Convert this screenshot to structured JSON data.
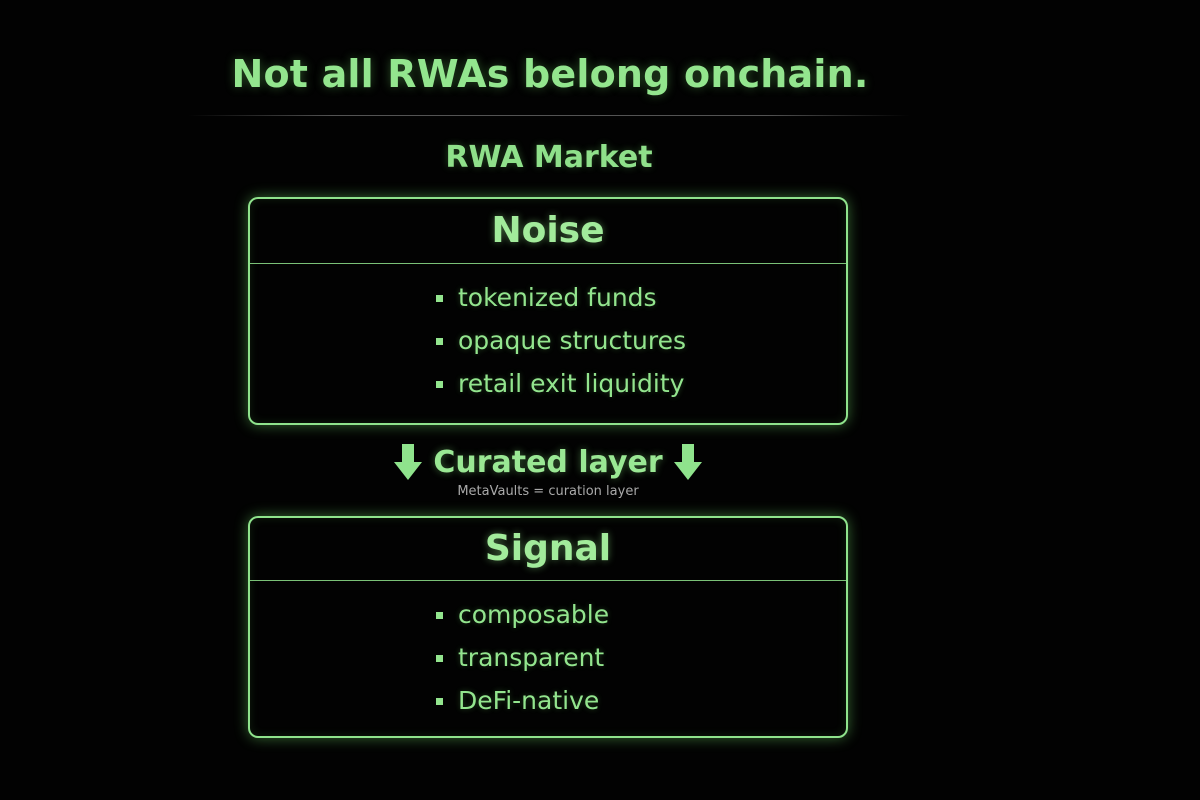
{
  "title": "Not all RWAs belong onchain.",
  "subtitle": "RWA Market",
  "noise": {
    "heading": "Noise",
    "items": [
      "tokenized funds",
      "opaque structures",
      "retail exit liquidity"
    ]
  },
  "connector": {
    "label": "Curated layer",
    "note": "MetaVaults = curation layer",
    "icon": "arrow-down-icon"
  },
  "signal": {
    "heading": "Signal",
    "items": [
      "composable",
      "transparent",
      "DeFi-native"
    ]
  },
  "colors": {
    "background": "#020202",
    "accent": "#8fe38c",
    "note": "#a9a9a9"
  }
}
